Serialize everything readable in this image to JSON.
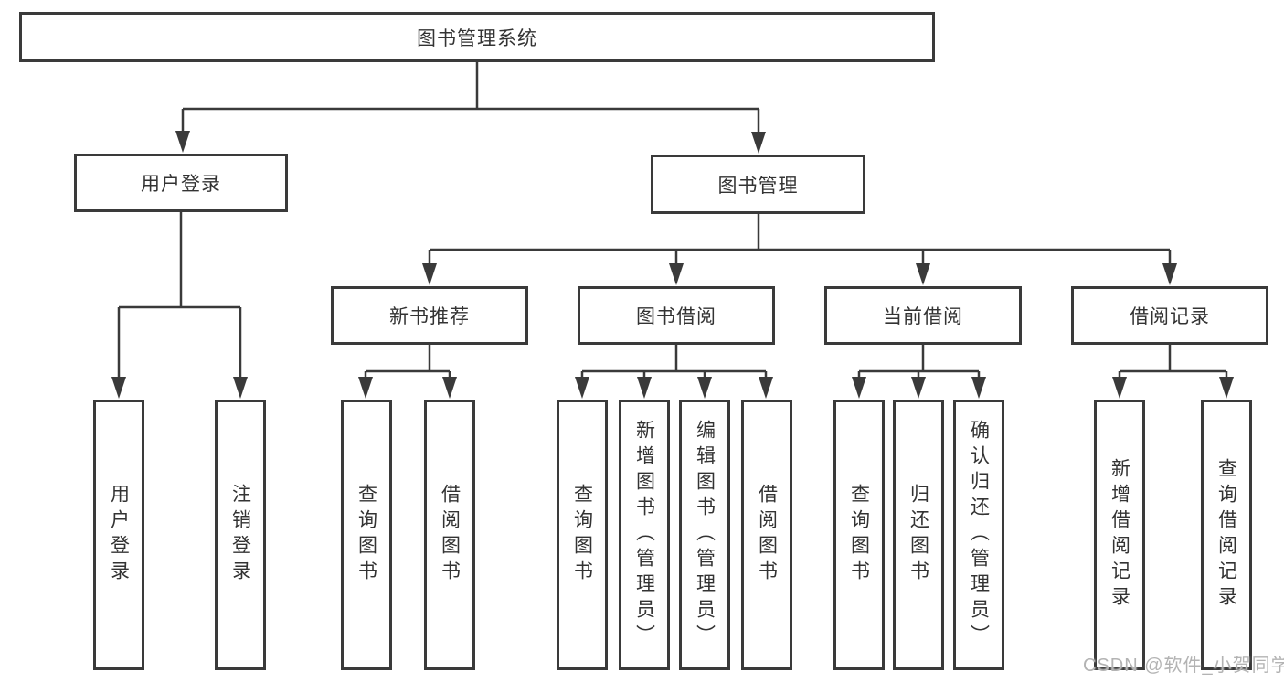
{
  "tree": {
    "label": "图书管理系统",
    "children": [
      {
        "label": "用户登录",
        "children": [
          {
            "label": "用户登录"
          },
          {
            "label": "注销登录"
          }
        ]
      },
      {
        "label": "图书管理",
        "children": [
          {
            "label": "新书推荐",
            "children": [
              {
                "label": "查询图书"
              },
              {
                "label": "借阅图书"
              }
            ]
          },
          {
            "label": "图书借阅",
            "children": [
              {
                "label": "查询图书"
              },
              {
                "label": "新增图书（管理员）"
              },
              {
                "label": "编辑图书（管理员）"
              },
              {
                "label": "借阅图书"
              }
            ]
          },
          {
            "label": "当前借阅",
            "children": [
              {
                "label": "查询图书"
              },
              {
                "label": "归还图书"
              },
              {
                "label": "确认归还（管理员）"
              }
            ]
          },
          {
            "label": "借阅记录",
            "children": [
              {
                "label": "新增借阅记录"
              },
              {
                "label": "查询借阅记录"
              }
            ]
          }
        ]
      }
    ]
  },
  "watermark": {
    "text": "CSDN @软件_小贺同学"
  },
  "colors": {
    "line": "#3a3a3a",
    "box_border": "#3a3a3a",
    "text": "#333333",
    "background": "#ffffff",
    "watermark": "#b3b3b3"
  }
}
